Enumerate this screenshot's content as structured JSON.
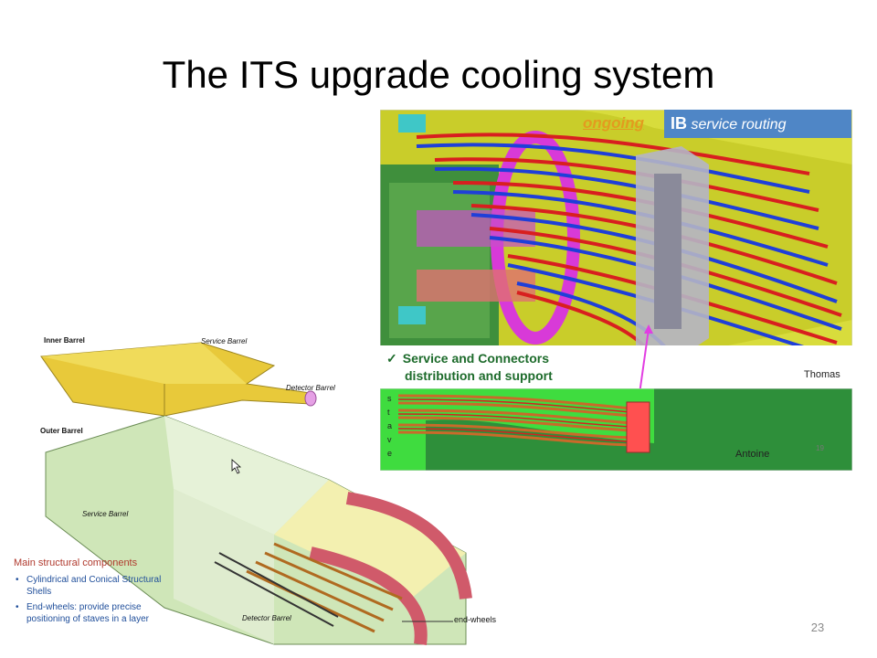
{
  "slide": {
    "title": "The ITS upgrade cooling system",
    "page_number": "23"
  },
  "left_figure": {
    "inner_barrel_label": "Inner Barrel",
    "service_barrel_label_top": "Service Barrel",
    "detector_barrel_label_top": "Detector Barrel",
    "outer_barrel_label": "Outer Barrel",
    "service_barrel_label_bottom": "Service Barrel",
    "detector_barrel_label_bottom": "Detector Barrel",
    "end_wheels_label": "end-wheels"
  },
  "components": {
    "title": "Main structural components",
    "items": [
      "Cylindrical and Conical Structural Shells",
      "End-wheels: provide precise positioning of staves in a layer"
    ]
  },
  "right_figure": {
    "ongoing_label": "ongoing",
    "ib_bold": "IB",
    "ib_rest": " service routing",
    "service_note_line1": "Service and Connectors",
    "service_note_line2": "distribution and support",
    "check_glyph": "✓",
    "author_top": "Thomas",
    "author_bottom": "Antoine",
    "inset_page_number": "19",
    "stave_letters": [
      "s",
      "t",
      "a",
      "v",
      "e"
    ]
  },
  "colors": {
    "title": "#000000",
    "components_title": "#b03a2e",
    "components_text": "#1f4e9a",
    "ongoing": "#e39b1f",
    "ib_box": "#4f86c6",
    "note_green": "#1d6b2b"
  }
}
